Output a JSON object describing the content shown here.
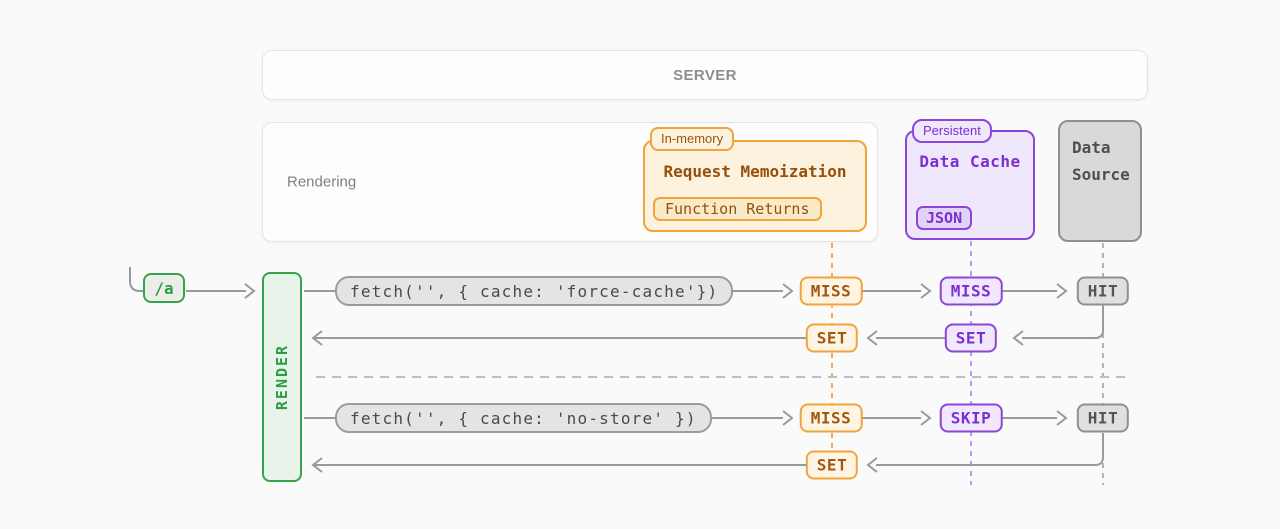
{
  "colors": {
    "orange_border": "#F1A43C",
    "orange_bg": "#FCF2DD",
    "orange_text": "#9A540C",
    "purple_border": "#8B45D8",
    "purple_bg": "#EFE7FC",
    "purple_text": "#7B2FD0",
    "green_border": "#36A44B",
    "green_text": "#2E9C44",
    "gray_line": "#9A9A9A",
    "page_bg": "#FAFAFA"
  },
  "server_box": {
    "label": "SERVER"
  },
  "rendering_box": {
    "label": "Rendering"
  },
  "request_memoization": {
    "tag": "In-memory",
    "title": "Request Memoization",
    "chip": "Function Returns"
  },
  "data_cache": {
    "tag": "Persistent",
    "title": "Data Cache",
    "chip": "JSON"
  },
  "data_source": {
    "title": "Data Source"
  },
  "route_segment": {
    "label": "/a"
  },
  "render_bar": {
    "label": "RENDER"
  },
  "rows": {
    "first_fetch": {
      "code": "fetch('', { cache: 'force-cache'})",
      "memoization": "MISS",
      "data_cache": "MISS",
      "data_source": "HIT"
    },
    "first_response": {
      "memoization": "SET",
      "data_cache": "SET"
    },
    "second_fetch": {
      "code": "fetch('', { cache: 'no-store' })",
      "memoization": "MISS",
      "data_cache": "SKIP",
      "data_source": "HIT"
    },
    "second_response": {
      "memoization": "SET"
    }
  }
}
